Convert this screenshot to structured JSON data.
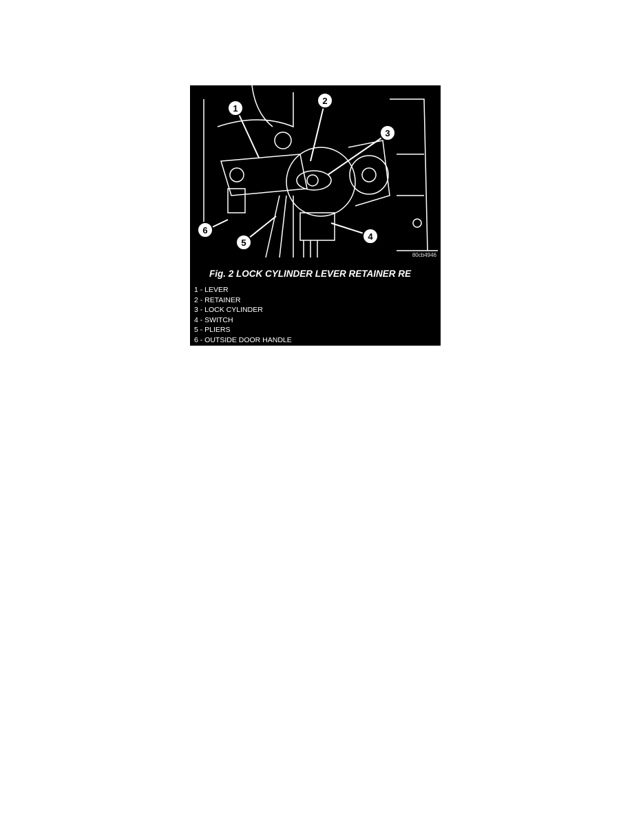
{
  "figure": {
    "image_code": "80cb4946",
    "caption": "Fig. 2 LOCK CYLINDER LEVER RETAINER RE",
    "callouts": [
      "1",
      "2",
      "3",
      "4",
      "5",
      "6"
    ],
    "legend": [
      "1 - LEVER",
      "2 - RETAINER",
      "3 - LOCK CYLINDER",
      "4 - SWITCH",
      "5 - PLIERS",
      "6 - OUTSIDE DOOR HANDLE"
    ]
  }
}
